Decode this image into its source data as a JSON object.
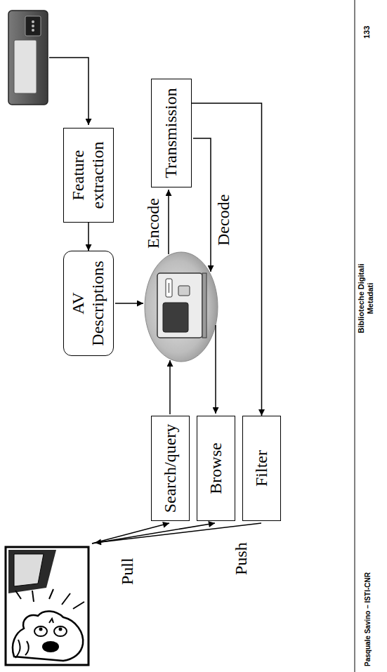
{
  "diagram": {
    "nodes": [
      {
        "text": [
          "Feature extraction"
        ]
      },
      {
        "text": [
          "AV Descriptions"
        ]
      },
      {
        "text": [
          "Transmission"
        ]
      },
      {
        "text": [
          "Search/query"
        ]
      },
      {
        "text": [
          "Browse"
        ]
      },
      {
        "text": [
          "Filter"
        ]
      }
    ],
    "edges": [
      {
        "from": 0,
        "to": 1,
        "arrow": "to"
      },
      {
        "from": 2,
        "to": 5,
        "arrow": "to"
      }
    ],
    "labels": [
      "Encode",
      "Decode",
      "Pull",
      "Push",
      "Biblioteche Digitali Metadati",
      "Pasquale Savino – ISTI-CNR",
      "133"
    ]
  }
}
